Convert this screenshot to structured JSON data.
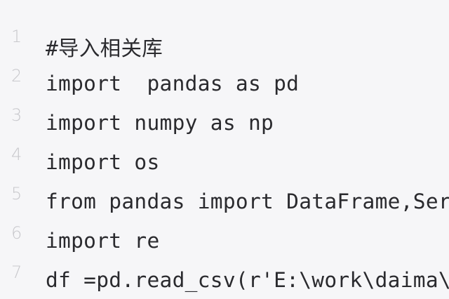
{
  "code_lines": [
    {
      "number": "1",
      "text": "#导入相关库"
    },
    {
      "number": "2",
      "text": "import  pandas as pd"
    },
    {
      "number": "3",
      "text": "import numpy as np"
    },
    {
      "number": "4",
      "text": "import os"
    },
    {
      "number": "5",
      "text": "from pandas import DataFrame,Series"
    },
    {
      "number": "6",
      "text": "import re"
    },
    {
      "number": "7",
      "text": "df =pd.read_csv(r'E:\\work\\daima\\"
    }
  ]
}
